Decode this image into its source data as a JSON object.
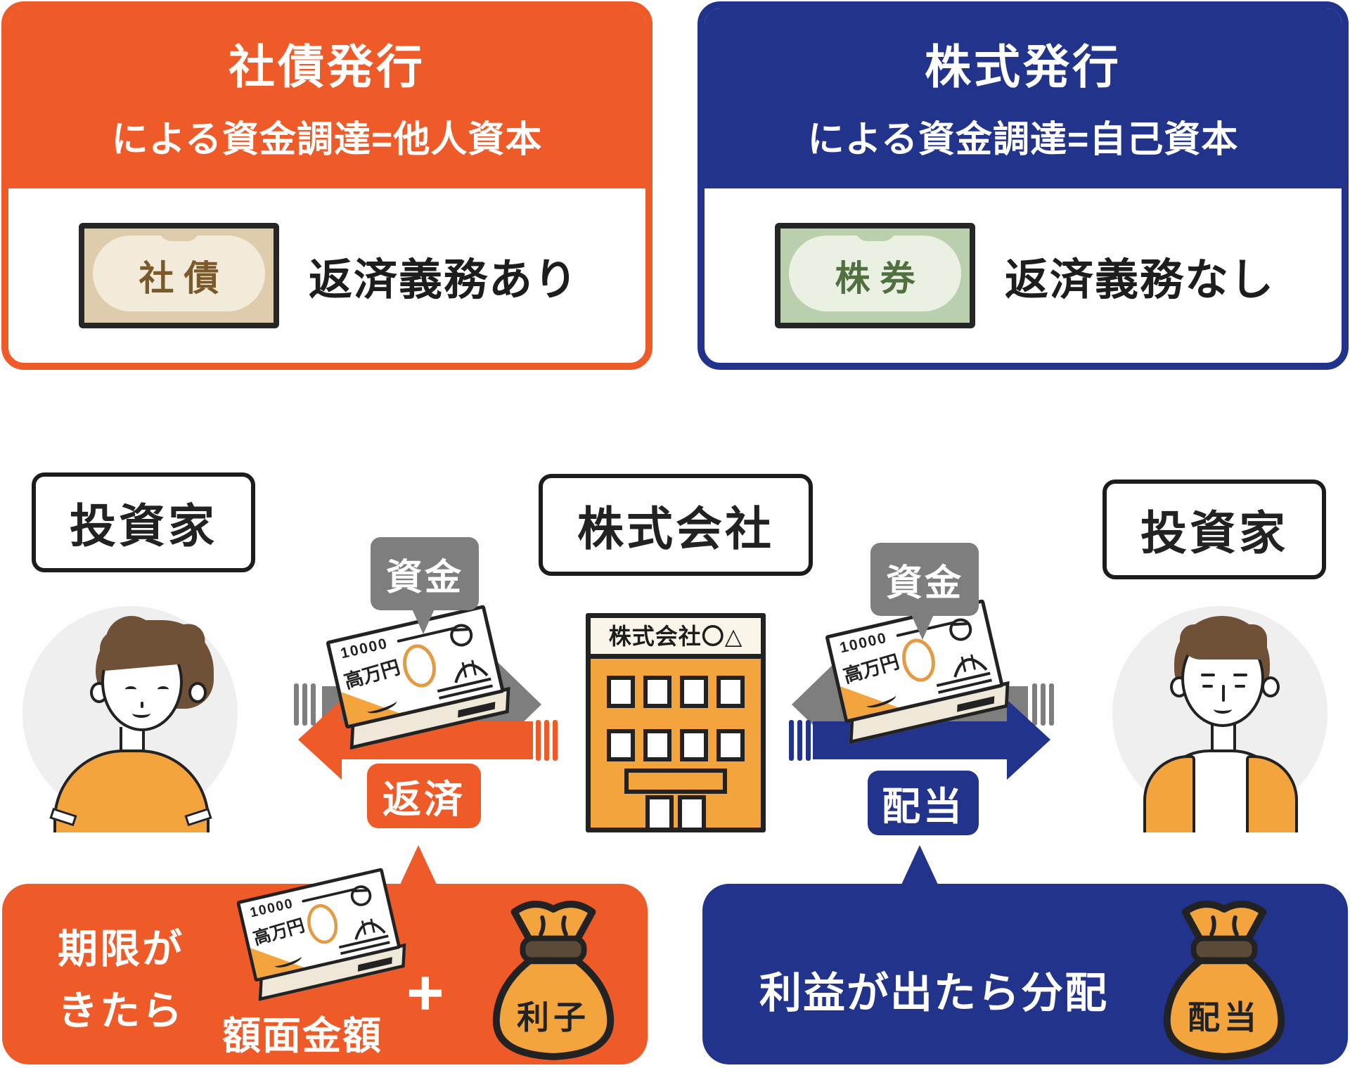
{
  "colors": {
    "bond_orange": "#EE5A28",
    "stock_navy": "#22338C",
    "illustration_amber": "#F4A43C",
    "funds_gray": "#7E7E7E",
    "ink": "#222222"
  },
  "cards": {
    "bond": {
      "title": "社債発行",
      "subtitle": "による資金調達=他人資本",
      "certificate_label": "社債",
      "note": "返済義務あり"
    },
    "stock": {
      "title": "株式発行",
      "subtitle": "による資金調達=自己資本",
      "certificate_label": "株券",
      "note": "返済義務なし"
    }
  },
  "flow": {
    "investor_left": "投資家",
    "company": "株式会社",
    "investor_right": "投資家",
    "building_sign": "株式会社〇△",
    "funds_label": "資金",
    "repayment_label": "返済",
    "dividend_label": "配当"
  },
  "money_bill": {
    "value": "10000",
    "kanji": "高万円"
  },
  "bottom": {
    "bond": {
      "line1": "期限が",
      "line2": "きたら",
      "bill_caption": "額面金額",
      "plus": "+",
      "bag_label": "利子"
    },
    "stock": {
      "text": "利益が出たら分配",
      "bag_label": "配当"
    }
  }
}
